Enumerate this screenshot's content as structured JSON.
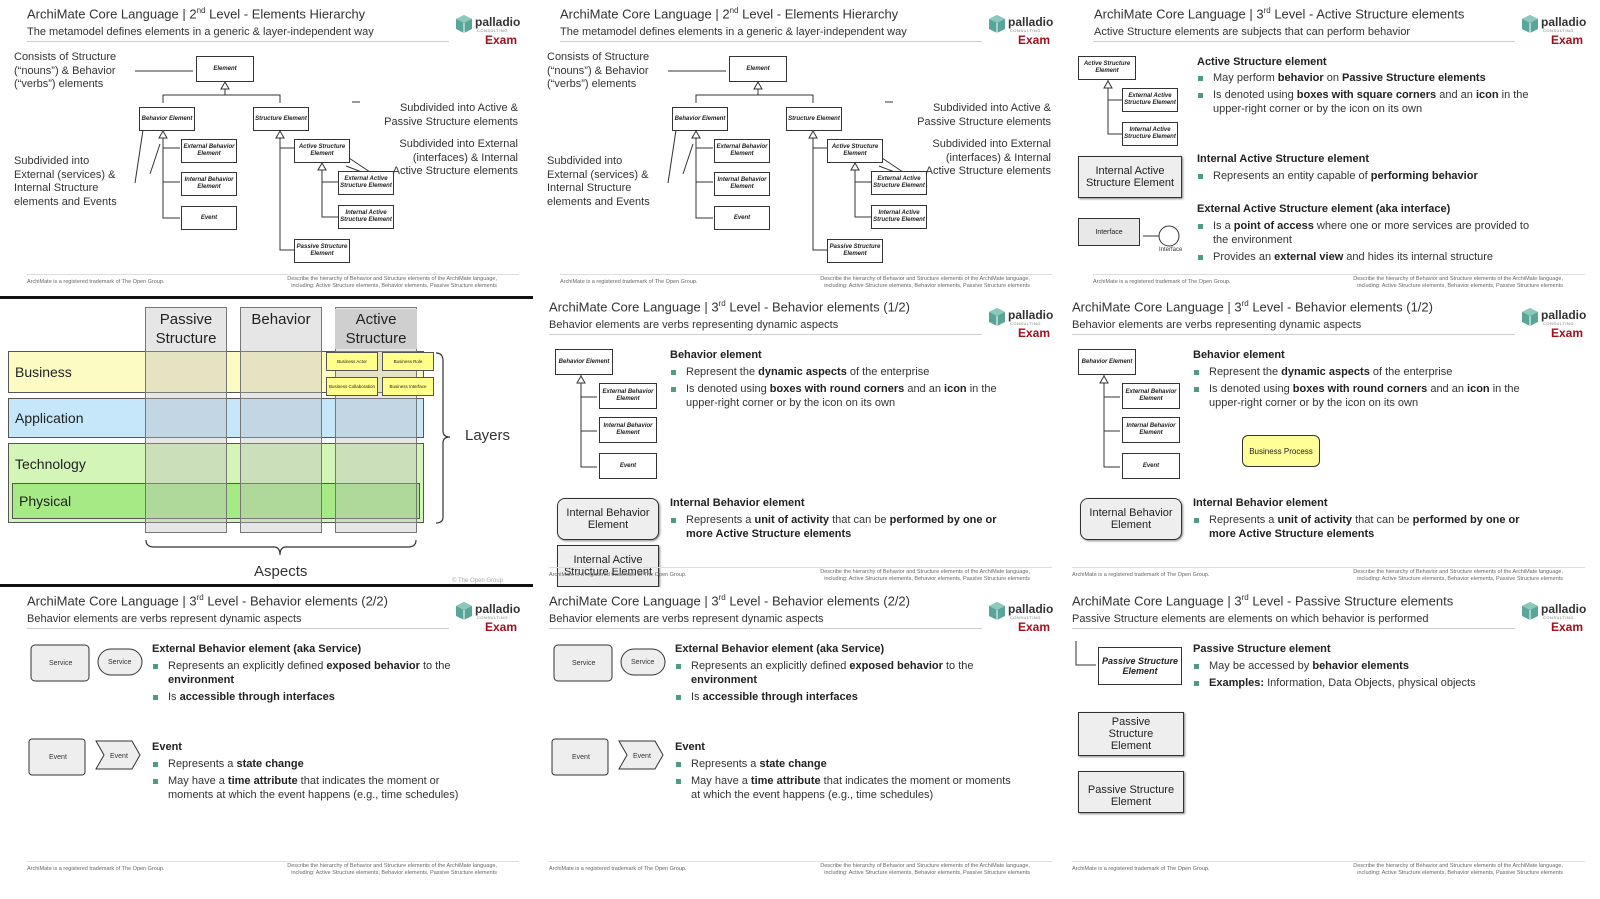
{
  "logo": {
    "name": "palladio",
    "sub": "CONSULTING",
    "exam": "Exam"
  },
  "footer": {
    "left": "ArchiMate is a registered trademark of The Open Group.",
    "right1": "Describe the hierarchy of Behavior and Structure elements of the ArchiMate language,",
    "right2": "including: Active Structure elements, Behavior elements, Passive Structure elements"
  },
  "hier": {
    "title_a": "ArchiMate Core Language | 2",
    "title_sup": "nd",
    "title_b": " Level - Elements Hierarchy",
    "sub": "The metamodel defines elements in a generic & layer-independent way",
    "ann_consists": "Consists of Structure (“nouns”) & Behavior (“verbs”) elements",
    "ann_subdiv_ext": "Subdivided into External (services) & Internal Structure elements and Events",
    "ann_subdiv_ap": "Subdivided into Active & Passive Structure elements",
    "ann_subdiv_ei": "Subdivided into External (interfaces) & Internal Active Structure elements",
    "boxes": {
      "element": "Element",
      "behavior": "Behavior Element",
      "structure": "Structure Element",
      "ext_beh": "External Behavior Element",
      "int_beh": "Internal Behavior Element",
      "event": "Event",
      "active": "Active Structure Element",
      "ext_act": "External Active Structure Element",
      "int_act": "Internal Active Structure Element",
      "passive": "Passive Structure Element"
    }
  },
  "active": {
    "title_a": "ArchiMate Core Language | 3",
    "title_sup": "rd",
    "title_b": " Level - Active Structure elements",
    "sub": "Active Structure elements are subjects that can perform behavior",
    "h1": "Active Structure element",
    "b1a_1": "May perform ",
    "b1a_2": "behavior",
    "b1a_3": " on ",
    "b1a_4": "Passive Structure elements",
    "b1b_1": "Is denoted using ",
    "b1b_2": "boxes with square corners",
    "b1b_3": " and an ",
    "b1b_4": "icon",
    "b1b_5": " in the upper-right corner or by the icon on its own",
    "h2": "Internal Active Structure element",
    "b2_1": "Represents an entity capable of ",
    "b2_2": "performing behavior",
    "h3": "External Active Structure element (aka interface)",
    "b3a_1": "Is a ",
    "b3a_2": "point of access",
    "b3a_3": " where one or more services are provided to the environment",
    "b3b_1": "Provides an ",
    "b3b_2": "external view",
    "b3b_3": " and hides its internal structure",
    "box_ias": "Internal Active Structure Element",
    "interface_box": "Interface",
    "interface_icon": "Interface"
  },
  "layers": {
    "cols": [
      "Passive Structure",
      "Behavior",
      "Active Structure"
    ],
    "rows": [
      "Business",
      "Application",
      "Technology",
      "Physical"
    ],
    "layers_label": "Layers",
    "aspects_label": "Aspects",
    "mini": [
      "Business Actor",
      "Business Role",
      "Business Collaboration",
      "Business Interface"
    ],
    "copyright": "© The Open Group"
  },
  "beh1": {
    "title_a": "ArchiMate Core Language | 3",
    "title_sup": "rd",
    "title_b": " Level - Behavior elements (1/2)",
    "sub": "Behavior elements are verbs representing dynamic aspects",
    "h1": "Behavior element",
    "b1a_1": "Represent the ",
    "b1a_2": "dynamic aspects",
    "b1a_3": " of the enterprise",
    "b1b_1": "Is denoted using ",
    "b1b_2": "boxes with round corners",
    "b1b_3": " and an ",
    "b1b_4": "icon",
    "b1b_5": " in the upper-right corner or by the icon on its own",
    "h2": "Internal Behavior element",
    "b2_1": "Represents a ",
    "b2_2": "unit of activity",
    "b2_3": " that can be ",
    "b2_4": "performed by one or more Active Structure elements",
    "box_ib": "Internal Behavior Element",
    "box_ias": "Internal Active Structure Element",
    "business_process": "Business Process",
    "boxes": {
      "behavior": "Behavior Element",
      "ext_beh": "External Behavior Element",
      "int_beh": "Internal Behavior Element",
      "event": "Event"
    }
  },
  "beh2": {
    "title_a": "ArchiMate Core Language | 3",
    "title_sup": "rd",
    "title_b": " Level - Behavior elements (2/2)",
    "sub": "Behavior elements are verbs represent dynamic aspects",
    "h1": "External Behavior element (aka Service)",
    "b1a_1": "Represents an explicitly defined ",
    "b1a_2": "exposed behavior",
    "b1a_3": " to the ",
    "b1a_4": "environment",
    "b1b_1": "Is ",
    "b1b_2": "accessible through interfaces",
    "h2": "Event",
    "b2a_1": "Represents a ",
    "b2a_2": "state change",
    "b2b_1": "May have a ",
    "b2b_2": "time attribute",
    "b2b_3": " that indicates the moment or moments at which the event happens (e.g., time schedules)",
    "service": "Service",
    "event": "Event"
  },
  "passive": {
    "title_a": "ArchiMate Core Language | 3",
    "title_sup": "rd",
    "title_b": " Level - Passive Structure elements",
    "sub": "Passive Structure elements are elements on which behavior is performed",
    "h1": "Passive Structure element",
    "b1a_1": "May be accessed by ",
    "b1a_2": "behavior elements",
    "b1b_1": "Examples:",
    "b1b_2": " Information, Data Objects, physical objects",
    "box_pse": "Passive Structure Element"
  }
}
